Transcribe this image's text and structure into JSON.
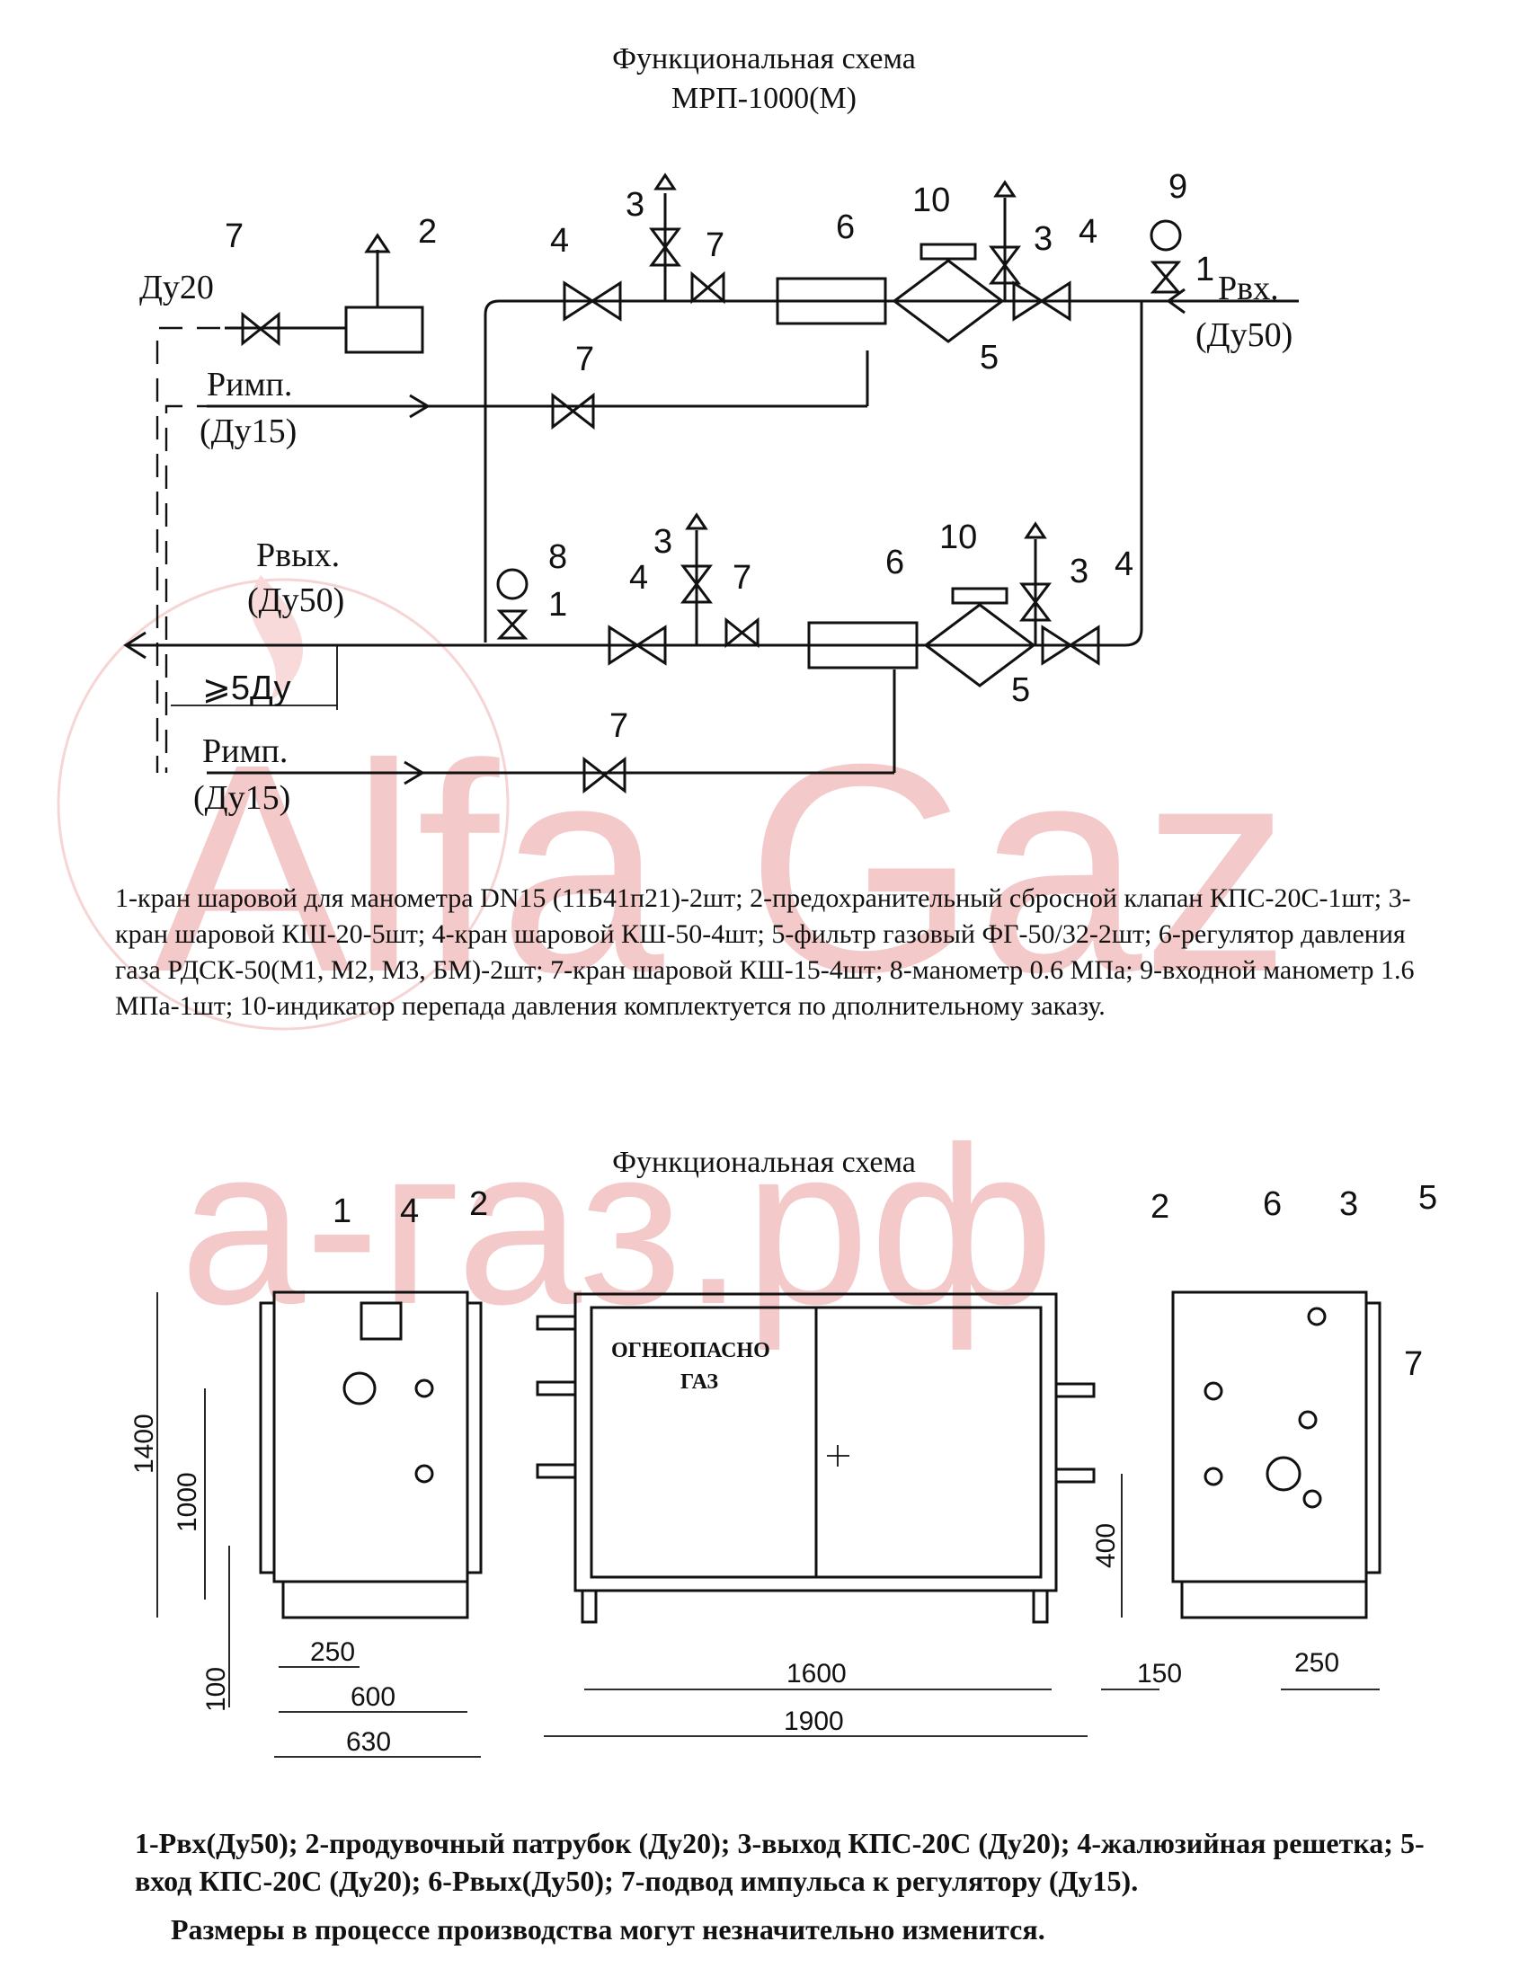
{
  "title_top_line1": "Функциональная схема",
  "title_top_line2": "МРП-1000(М)",
  "title_bottom": "Функциональная схема",
  "watermark": {
    "logo_text": "Alfa Gaz",
    "site_text": "а-газ.рф",
    "color": "#f3c4c4"
  },
  "schematic": {
    "labels": {
      "du20": "Ду20",
      "p_in": "Рвх.",
      "p_in_du": "(Ду50)",
      "p_imp_upper": "Римп.",
      "p_imp_upper_du": "(Ду15)",
      "p_out": "Рвых.",
      "p_out_du": "(Ду50)",
      "min_length": "⩾5Ду",
      "p_imp_lower": "Римп.",
      "p_imp_lower_du": "(Ду15)"
    },
    "callouts": {
      "c1_top": "1",
      "c2": "2",
      "c3_a": "3",
      "c3_b": "3",
      "c3_c": "3",
      "c3_d": "3",
      "c4_a": "4",
      "c4_b": "4",
      "c4_c": "4",
      "c4_d": "4",
      "c5_a": "5",
      "c5_b": "5",
      "c6_a": "6",
      "c6_b": "6",
      "c7_a": "7",
      "c7_b": "7",
      "c7_c": "7",
      "c7_d": "7",
      "c7_e": "7",
      "c8": "8",
      "c1_bottom": "1",
      "c9": "9",
      "c10_a": "10",
      "c10_b": "10"
    }
  },
  "legend_top": "1-кран шаровой для манометра DN15 (11Б41п21)-2шт; 2-предохранительный сбросной клапан КПС-20С-1шт; 3-кран шаровой КШ-20-5шт; 4-кран шаровой КШ-50-4шт; 5-фильтр газовый ФГ-50/32-2шт; 6-регулятор давления газа РДСК-50(М1, М2, М3, БМ)-2шт; 7-кран шаровой КШ-15-4шт; 8-манометр 0.6 МПа; 9-входной манометр 1.6 МПа-1шт; 10-индикатор перепада давления комплектуется по дполнительному заказу.",
  "drawing": {
    "sign_line1": "ОГНЕОПАСНО",
    "sign_line2": "ГАЗ",
    "callouts_left": {
      "c1": "1",
      "c4": "4",
      "c2": "2"
    },
    "callouts_right": {
      "c2": "2",
      "c6": "6",
      "c3": "3",
      "c5": "5",
      "c7": "7"
    },
    "dimensions": {
      "h1400": "1400",
      "h1000": "1000",
      "h100": "100",
      "w250_left": "250",
      "w600": "600",
      "w630": "630",
      "w1600": "1600",
      "w1900": "1900",
      "w150": "150",
      "h400": "400",
      "w250_right": "250"
    }
  },
  "legend_bottom": "1-Рвх(Ду50); 2-продувочный патрубок (Ду20); 3-выход КПС-20С (Ду20); 4-жалюзийная решетка; 5-вход КПС-20С (Ду20); 6-Рвых(Ду50); 7-подвод импульса к регулятору (Ду15).",
  "note": "Размеры в процессе производства могут незначительно изменится."
}
